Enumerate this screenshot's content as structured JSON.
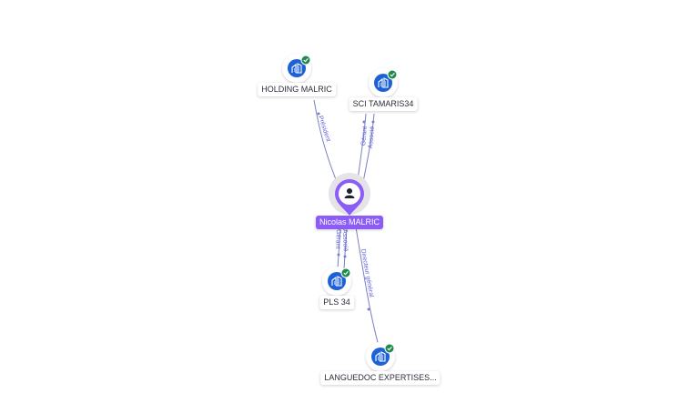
{
  "colors": {
    "edge": "#7b7fc4",
    "edge_label": "#5b5fd6",
    "company_icon": "#1c62d6",
    "verified_badge": "#1f8a4c",
    "person_pin": "#8b5cf6",
    "person_label_bg": "#8b5cf6",
    "halo": "#d9d9de"
  },
  "nodes": {
    "person": {
      "label": "Nicolas MALRIC",
      "icon": "person-icon"
    },
    "holding_malric": {
      "label": "HOLDING MALRIC",
      "icon": "building-icon",
      "verified": true
    },
    "sci_tamaris34": {
      "label": "SCI TAMARIS34",
      "icon": "building-icon",
      "verified": true
    },
    "pls_34": {
      "label": "PLS 34",
      "icon": "building-icon",
      "verified": true
    },
    "languedoc": {
      "label": "LANGUEDOC EXPERTISES...",
      "icon": "building-icon",
      "verified": true
    }
  },
  "edges": {
    "holding_president": "Président",
    "sci_gerant": "Gérant",
    "sci_associe": "Associé",
    "pls_gerant": "Gérant",
    "pls_associe": "Associé",
    "languedoc_dg": "Directeur général"
  }
}
